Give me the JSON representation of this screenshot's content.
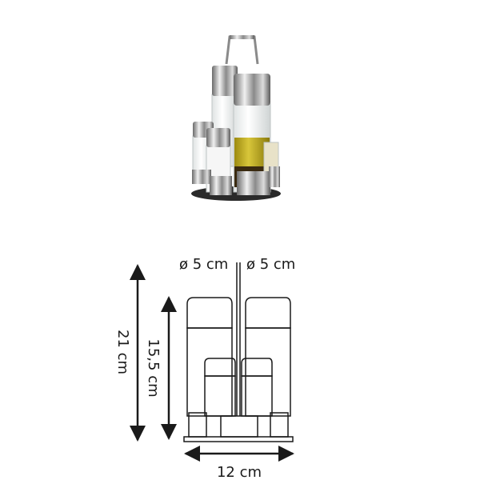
{
  "product_image": {
    "alt": "Cruet set with oil, vinegar, salt and pepper containers in a wire stand"
  },
  "dimensions": {
    "diameter_left": "ø 5 cm",
    "diameter_right": "ø 5 cm",
    "total_height": "21 cm",
    "bottle_height": "15,5 cm",
    "width": "12 cm"
  },
  "colors": {
    "line": "#1a1a1a",
    "background": "#ffffff",
    "oil": "#b8a21c",
    "vinegar": "#3a2a10",
    "steel": "#9a9a9a"
  }
}
